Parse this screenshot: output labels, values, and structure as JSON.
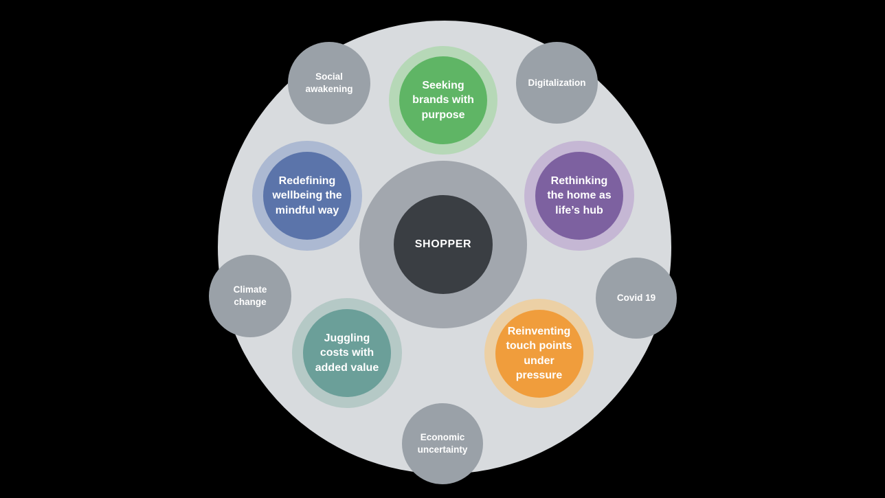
{
  "diagram": {
    "page_background": "#000000",
    "ecosystem_circle_color": "#d8dbde",
    "text_color": "#ffffff",
    "center": {
      "label": "SHOPPER",
      "circle_color": "#3a3e43",
      "ring_color": "#a2a7ae"
    },
    "trends": [
      {
        "id": "seeking-brands-with-purpose",
        "label": "Seeking\nbrands with\npurpose",
        "color": "#5fb565",
        "ring_color": "#b6d8b7"
      },
      {
        "id": "redefining-wellbeing",
        "label": "Redefining\nwellbeing the\nmindful way",
        "color": "#5b74aa",
        "ring_color": "#acb9d2"
      },
      {
        "id": "rethinking-the-home",
        "label": "Rethinking\nthe home as\nlife’s hub",
        "color": "#7d61a0",
        "ring_color": "#c5b7d4"
      },
      {
        "id": "juggling-costs",
        "label": "Juggling\ncosts with\nadded value",
        "color": "#6b9f99",
        "ring_color": "#b5c9c6"
      },
      {
        "id": "reinventing-touch-points",
        "label": "Reinventing\ntouch points\nunder\npressure",
        "color": "#f09d3c",
        "ring_color": "#ecd0a5"
      }
    ],
    "drivers": [
      {
        "id": "social-awakening",
        "label": "Social\nawakening"
      },
      {
        "id": "digitalization",
        "label": "Digitalization"
      },
      {
        "id": "climate-change",
        "label": "Climate\nchange"
      },
      {
        "id": "covid-19",
        "label": "Covid 19"
      },
      {
        "id": "economic-uncertainty",
        "label": "Economic\nuncertainty"
      }
    ],
    "driver_color": "#9aa1a8"
  }
}
